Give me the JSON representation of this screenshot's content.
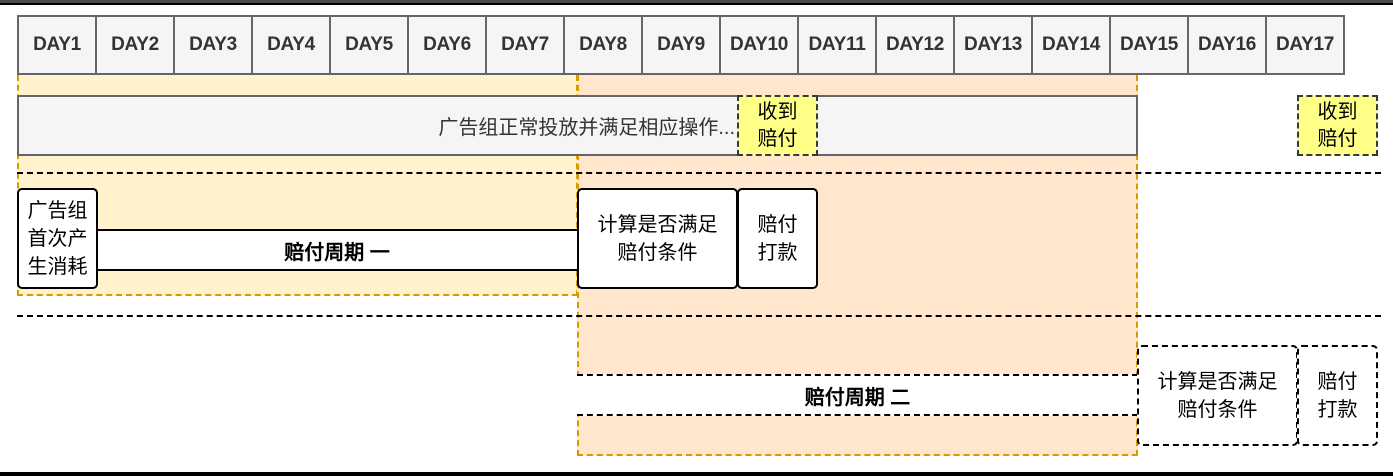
{
  "days": [
    "DAY1",
    "DAY2",
    "DAY3",
    "DAY4",
    "DAY5",
    "DAY6",
    "DAY7",
    "DAY8",
    "DAY9",
    "DAY10",
    "DAY11",
    "DAY12",
    "DAY13",
    "DAY14",
    "DAY15",
    "DAY16",
    "DAY17"
  ],
  "gray_bar": {
    "label": "广告组正常投放并满足相应操作..."
  },
  "payment_received_notes": [
    {
      "line1": "收到",
      "line2": "赔付"
    },
    {
      "line1": "收到",
      "line2": "赔付"
    }
  ],
  "cycle_one": {
    "start_box": {
      "line1": "广告组",
      "line2": "首次产",
      "line3": "生消耗"
    },
    "bar_label": "赔付周期 一",
    "calc_box": {
      "line1": "计算是否满足",
      "line2": "赔付条件"
    },
    "pay_box": {
      "line1": "赔付",
      "line2": "打款"
    }
  },
  "cycle_two": {
    "bar_label": "赔付周期 二",
    "calc_box": {
      "line1": "计算是否满足",
      "line2": "赔付条件"
    },
    "pay_box": {
      "line1": "赔付",
      "line2": "打款"
    }
  },
  "colors": {
    "header_fill": "#f5f5f5",
    "header_border": "#666666",
    "cycle_one_region": "#fff2cc",
    "cycle_two_region": "#ffe6cc",
    "region_border": "#d79b00",
    "note_fill": "#ffff88"
  }
}
